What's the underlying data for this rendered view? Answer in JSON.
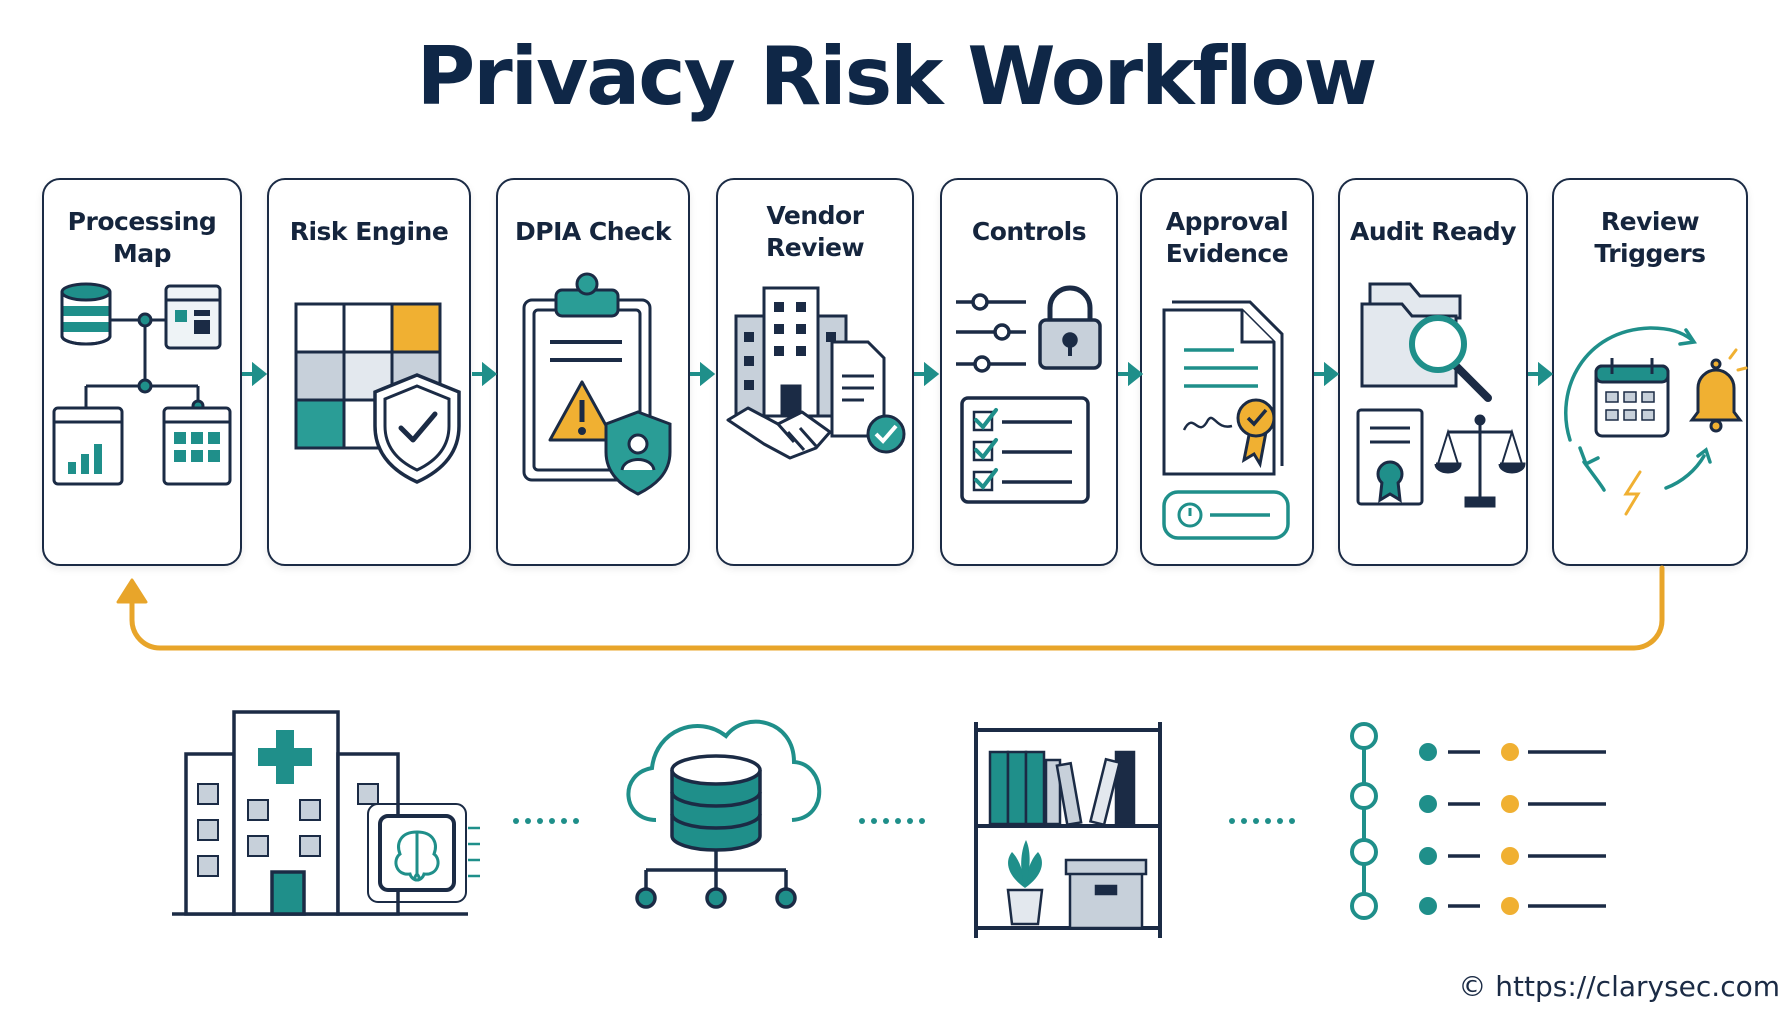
{
  "title": "Privacy Risk Workflow",
  "steps": [
    {
      "label": "Processing\nMap",
      "icon": "data-flow-map-icon"
    },
    {
      "label": "Risk Engine",
      "icon": "risk-matrix-shield-icon"
    },
    {
      "label": "DPIA Check",
      "icon": "clipboard-warning-icon"
    },
    {
      "label": "Vendor Review",
      "icon": "building-handshake-icon"
    },
    {
      "label": "Controls",
      "icon": "sliders-lock-checklist-icon"
    },
    {
      "label": "Approval\nEvidence",
      "icon": "signed-document-badge-icon"
    },
    {
      "label": "Audit Ready",
      "icon": "folder-magnifier-scales-icon"
    },
    {
      "label": "Review\nTriggers",
      "icon": "calendar-bell-cycle-icon"
    }
  ],
  "bottom_icons": [
    "hospital-ai-chip-icon",
    "cloud-database-icon",
    "archive-shelf-icon",
    "timeline-list-icon"
  ],
  "footer": "© https://clarysec.com",
  "colors": {
    "navy": "#1b2b45",
    "teal": "#1f8f8a",
    "amber": "#f0b032",
    "slate": "#c7d0da",
    "title": "#0f2747"
  }
}
